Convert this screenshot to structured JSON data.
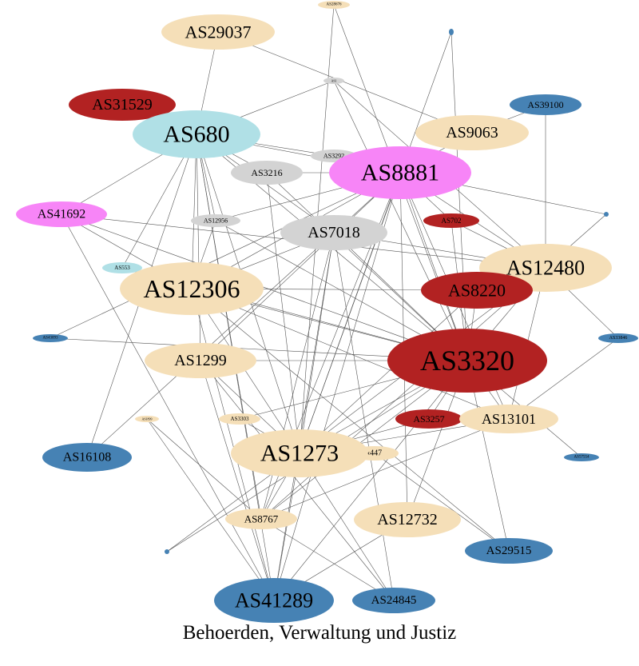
{
  "caption": "Behoerden, Verwaltung und Justiz",
  "colors": {
    "beige": "#f5dfb8",
    "darkred": "#b22222",
    "lightblue": "#b0e0e6",
    "magenta": "#f785f7",
    "gray": "#d3d3d3",
    "steelblue": "#4682b4",
    "edge": "#555555"
  },
  "nodes": [
    {
      "id": "AS29037",
      "label": "AS29037",
      "color": "beige"
    },
    {
      "id": "AS28676",
      "label": "AS28676",
      "color": "beige"
    },
    {
      "id": "AS31529",
      "label": "AS31529",
      "color": "darkred"
    },
    {
      "id": "AS680",
      "label": "AS680",
      "color": "lightblue"
    },
    {
      "id": "AS_tiny1",
      "label": "AS1",
      "color": "gray"
    },
    {
      "id": "AS9063",
      "label": "AS9063",
      "color": "beige"
    },
    {
      "id": "AS39100",
      "label": "AS39100",
      "color": "steelblue"
    },
    {
      "id": "AS_dot_tr",
      "label": "",
      "color": "steelblue"
    },
    {
      "id": "AS3292",
      "label": "AS3292",
      "color": "gray"
    },
    {
      "id": "AS3216",
      "label": "AS3216",
      "color": "gray"
    },
    {
      "id": "AS8881",
      "label": "AS8881",
      "color": "magenta"
    },
    {
      "id": "AS41692",
      "label": "AS41692",
      "color": "magenta"
    },
    {
      "id": "AS12956",
      "label": "AS12956",
      "color": "gray"
    },
    {
      "id": "AS7018",
      "label": "AS7018",
      "color": "gray"
    },
    {
      "id": "AS702",
      "label": "AS702",
      "color": "darkred"
    },
    {
      "id": "AS_dot_r",
      "label": "",
      "color": "steelblue"
    },
    {
      "id": "AS553",
      "label": "AS553",
      "color": "lightblue"
    },
    {
      "id": "AS12306",
      "label": "AS12306",
      "color": "beige"
    },
    {
      "id": "AS12480",
      "label": "AS12480",
      "color": "beige"
    },
    {
      "id": "AS8220",
      "label": "AS8220",
      "color": "darkred"
    },
    {
      "id": "AS_left_small",
      "label": "AS43093",
      "color": "steelblue"
    },
    {
      "id": "AS1299",
      "label": "AS1299",
      "color": "beige"
    },
    {
      "id": "AS3320",
      "label": "AS3320",
      "color": "darkred"
    },
    {
      "id": "AS33846",
      "label": "AS33846",
      "color": "steelblue"
    },
    {
      "id": "AS_tiny_left",
      "label": "AS1899",
      "color": "beige"
    },
    {
      "id": "AS3303",
      "label": "AS3303",
      "color": "beige"
    },
    {
      "id": "AS3257",
      "label": "AS3257",
      "color": "darkred"
    },
    {
      "id": "AS13101",
      "label": "AS13101",
      "color": "beige"
    },
    {
      "id": "AS16108",
      "label": "AS16108",
      "color": "steelblue"
    },
    {
      "id": "AS1273",
      "label": "AS1273",
      "color": "beige"
    },
    {
      "id": "AS447",
      "label": "‹447",
      "color": "beige"
    },
    {
      "id": "AS57554",
      "label": "AS57554",
      "color": "steelblue"
    },
    {
      "id": "AS8767",
      "label": "AS8767",
      "color": "beige"
    },
    {
      "id": "AS12732",
      "label": "AS12732",
      "color": "beige"
    },
    {
      "id": "AS_dot_bl",
      "label": "",
      "color": "steelblue"
    },
    {
      "id": "AS29515",
      "label": "AS29515",
      "color": "steelblue"
    },
    {
      "id": "AS41289",
      "label": "AS41289",
      "color": "steelblue"
    },
    {
      "id": "AS24845",
      "label": "AS24845",
      "color": "steelblue"
    }
  ],
  "edges": [
    [
      "AS680",
      "AS29037"
    ],
    [
      "AS680",
      "AS31529"
    ],
    [
      "AS680",
      "AS3216"
    ],
    [
      "AS680",
      "AS8881"
    ],
    [
      "AS680",
      "AS41692"
    ],
    [
      "AS680",
      "AS12306"
    ],
    [
      "AS680",
      "AS1299"
    ],
    [
      "AS680",
      "AS1273"
    ],
    [
      "AS680",
      "AS41289"
    ],
    [
      "AS680",
      "AS553"
    ],
    [
      "AS680",
      "AS12956"
    ],
    [
      "AS680",
      "AS7018"
    ],
    [
      "AS680",
      "AS3320"
    ],
    [
      "AS680",
      "AS16108"
    ],
    [
      "AS680",
      "AS8767"
    ],
    [
      "AS29037",
      "AS9063"
    ],
    [
      "AS28676",
      "AS1273"
    ],
    [
      "AS28676",
      "AS3320"
    ],
    [
      "AS_tiny1",
      "AS680"
    ],
    [
      "AS_tiny1",
      "AS12480"
    ],
    [
      "AS_tiny1",
      "AS3320"
    ],
    [
      "AS3292",
      "AS680"
    ],
    [
      "AS3292",
      "AS8881"
    ],
    [
      "AS3216",
      "AS8881"
    ],
    [
      "AS3216",
      "AS3320"
    ],
    [
      "AS3216",
      "AS1273"
    ],
    [
      "AS8881",
      "AS9063"
    ],
    [
      "AS8881",
      "AS12306"
    ],
    [
      "AS8881",
      "AS41289"
    ],
    [
      "AS8881",
      "AS1273"
    ],
    [
      "AS8881",
      "AS12480"
    ],
    [
      "AS8881",
      "AS3320"
    ],
    [
      "AS8881",
      "AS_dot_r"
    ],
    [
      "AS8881",
      "AS8767"
    ],
    [
      "AS8881",
      "AS12732"
    ],
    [
      "AS8881",
      "AS13101"
    ],
    [
      "AS8881",
      "AS1299"
    ],
    [
      "AS9063",
      "AS39100"
    ],
    [
      "AS39100",
      "AS12480"
    ],
    [
      "AS_dot_tr",
      "AS1273"
    ],
    [
      "AS_dot_tr",
      "AS3320"
    ],
    [
      "AS41692",
      "AS12306"
    ],
    [
      "AS41692",
      "AS3320"
    ],
    [
      "AS41692",
      "AS12480"
    ],
    [
      "AS41692",
      "AS41289"
    ],
    [
      "AS12956",
      "AS8881"
    ],
    [
      "AS12956",
      "AS12306"
    ],
    [
      "AS12956",
      "AS3320"
    ],
    [
      "AS7018",
      "AS12306"
    ],
    [
      "AS7018",
      "AS3320"
    ],
    [
      "AS7018",
      "AS1273"
    ],
    [
      "AS7018",
      "AS8767"
    ],
    [
      "AS7018",
      "AS41289"
    ],
    [
      "AS7018",
      "AS24845"
    ],
    [
      "AS7018",
      "AS12480"
    ],
    [
      "AS702",
      "AS8881"
    ],
    [
      "AS702",
      "AS12480"
    ],
    [
      "AS702",
      "AS3320"
    ],
    [
      "AS_dot_r",
      "AS12480"
    ],
    [
      "AS553",
      "AS12306"
    ],
    [
      "AS553",
      "AS3320"
    ],
    [
      "AS12306",
      "AS1273"
    ],
    [
      "AS12306",
      "AS3320"
    ],
    [
      "AS12306",
      "AS13101"
    ],
    [
      "AS12306",
      "AS29515"
    ],
    [
      "AS12306",
      "AS41289"
    ],
    [
      "AS12306",
      "AS8220"
    ],
    [
      "AS12480",
      "AS3320"
    ],
    [
      "AS12480",
      "AS13101"
    ],
    [
      "AS12480",
      "AS1273"
    ],
    [
      "AS12480",
      "AS33846"
    ],
    [
      "AS12480",
      "AS8767"
    ],
    [
      "AS8220",
      "AS1273"
    ],
    [
      "AS8220",
      "AS3320"
    ],
    [
      "AS_left_small",
      "AS3320"
    ],
    [
      "AS_left_small",
      "AS8881"
    ],
    [
      "AS1299",
      "AS3320"
    ],
    [
      "AS1299",
      "AS1273"
    ],
    [
      "AS1299",
      "AS41289"
    ],
    [
      "AS1299",
      "AS24845"
    ],
    [
      "AS3320",
      "AS1273"
    ],
    [
      "AS3320",
      "AS13101"
    ],
    [
      "AS3320",
      "AS3257"
    ],
    [
      "AS3320",
      "AS41289"
    ],
    [
      "AS3320",
      "AS57554"
    ],
    [
      "AS3320",
      "AS8767"
    ],
    [
      "AS3320",
      "AS12732"
    ],
    [
      "AS3320",
      "AS29515"
    ],
    [
      "AS3320",
      "AS3303"
    ],
    [
      "AS3320",
      "AS_dot_bl"
    ],
    [
      "AS33846",
      "AS13101"
    ],
    [
      "AS_tiny_left",
      "AS41289"
    ],
    [
      "AS_tiny_left",
      "AS8767"
    ],
    [
      "AS3303",
      "AS1273"
    ],
    [
      "AS3257",
      "AS1273"
    ],
    [
      "AS13101",
      "AS1273"
    ],
    [
      "AS13101",
      "AS8767"
    ],
    [
      "AS1273",
      "AS41289"
    ],
    [
      "AS1273",
      "AS24845"
    ],
    [
      "AS1273",
      "AS8767"
    ],
    [
      "AS1273",
      "AS_dot_bl"
    ],
    [
      "AS447",
      "AS29515"
    ],
    [
      "AS12732",
      "AS41289"
    ],
    [
      "AS8767",
      "AS24845"
    ],
    [
      "AS16108",
      "AS8881"
    ]
  ]
}
